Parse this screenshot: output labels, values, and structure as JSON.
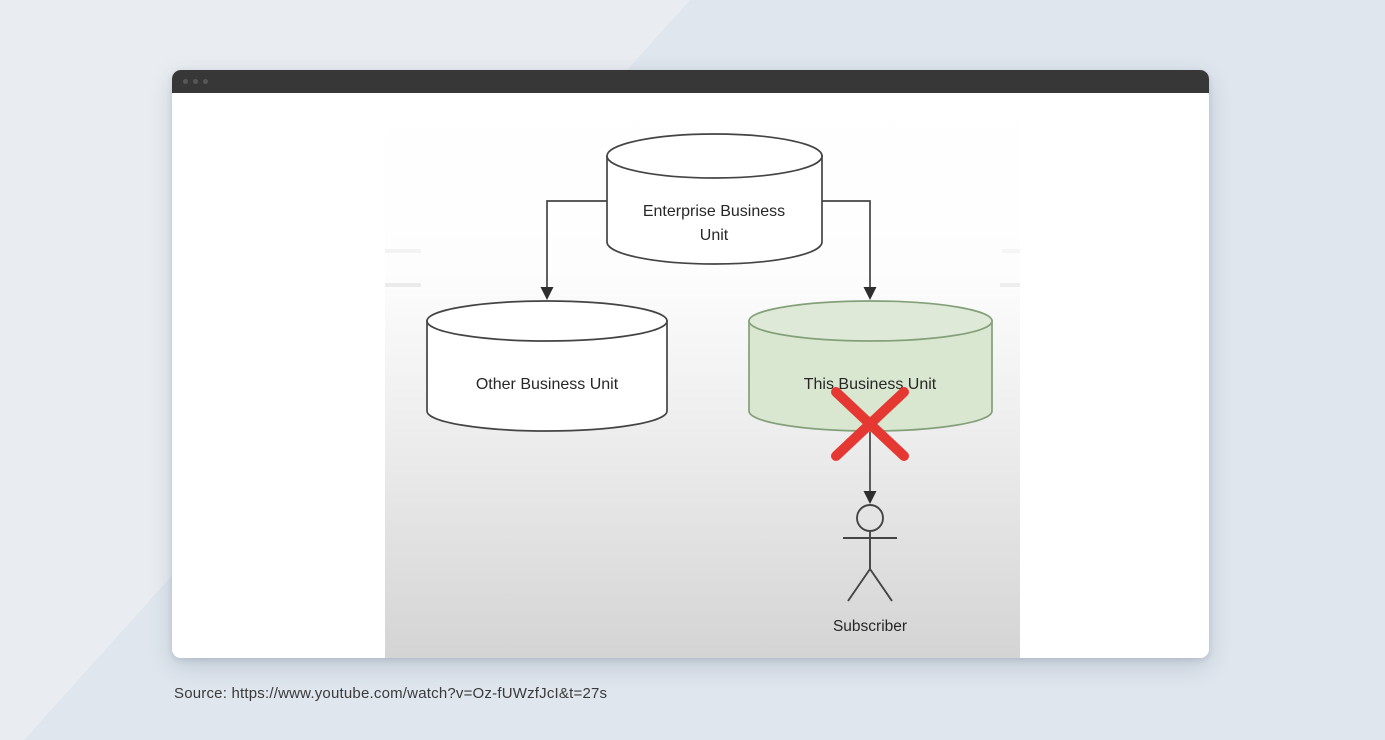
{
  "page": {
    "background_color": "#dfe6ee",
    "background_light_color": "#e9edf1"
  },
  "window": {
    "titlebar_color": "#373737",
    "dot_color": "#575757",
    "dot_count": 3
  },
  "diagram": {
    "outline_color": "#444444",
    "enterprise": {
      "line1": "Enterprise Business",
      "line2": "Unit",
      "fill": "#ffffff"
    },
    "other": {
      "label": "Other Business Unit",
      "fill": "#ffffff"
    },
    "this_unit": {
      "label": "This Business Unit",
      "fill": "#d9e7d1",
      "top_fill": "#deead7",
      "stroke": "#84a07a"
    },
    "subscriber": {
      "label": "Subscriber"
    },
    "x_mark": {
      "color": "#e63832"
    }
  },
  "caption": {
    "text": "Source: https://www.youtube.com/watch?v=Oz-fUWzfJcI&t=27s"
  }
}
